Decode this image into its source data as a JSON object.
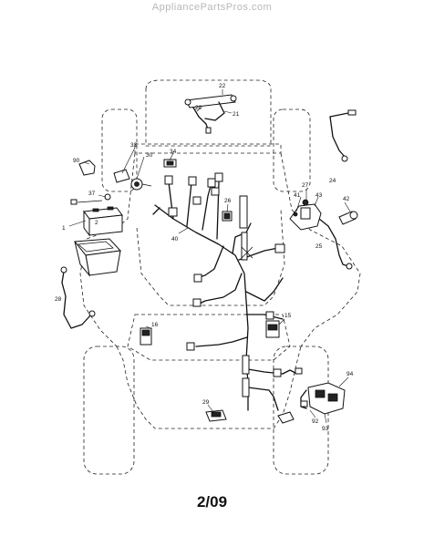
{
  "watermark": "AppliancePartsPros.com",
  "page_number": "2/09",
  "callouts": {
    "c2": "2",
    "c15": "15",
    "c16": "16",
    "c20": "20",
    "c21": "21",
    "c22": "22",
    "c24": "24",
    "c25": "25",
    "c26": "26",
    "c27": "27",
    "c28": "28",
    "c29": "29",
    "c30": "30",
    "c33": "33",
    "c34": "34",
    "c37": "37",
    "c40": "40",
    "c41": "41",
    "c42": "42",
    "c43": "43",
    "c90": "90",
    "c92": "92",
    "c93": "93",
    "c94": "94",
    "c1": "1"
  }
}
